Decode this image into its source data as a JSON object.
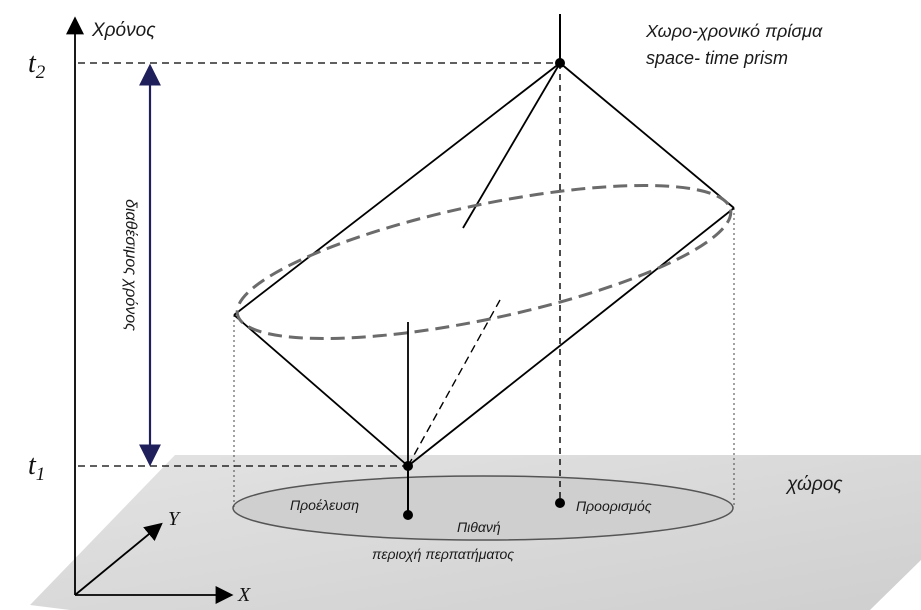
{
  "title_lines": [
    "Χωρο-χρονικό πρίσμα",
    "space- time prism"
  ],
  "axes": {
    "time": "Χρόνος",
    "x": "X",
    "y": "Y"
  },
  "ticks": {
    "t2": {
      "base": "t",
      "sub": "2"
    },
    "t1": {
      "base": "t",
      "sub": "1"
    }
  },
  "available_time": "διαθέσιμος χρόνος",
  "space": "χώρος",
  "origin": "Προέλευση",
  "destination": "Προορισμός",
  "walking_area_lines": [
    "Πιθανή",
    "περιοχή περπατήματος"
  ],
  "colors": {
    "plane": "#d9d9d9",
    "ellipse_fill": "#cfcfcf",
    "dashed_ellipse": "#6b6b6b",
    "arrow": "#1f1f5c",
    "line": "#000000"
  }
}
